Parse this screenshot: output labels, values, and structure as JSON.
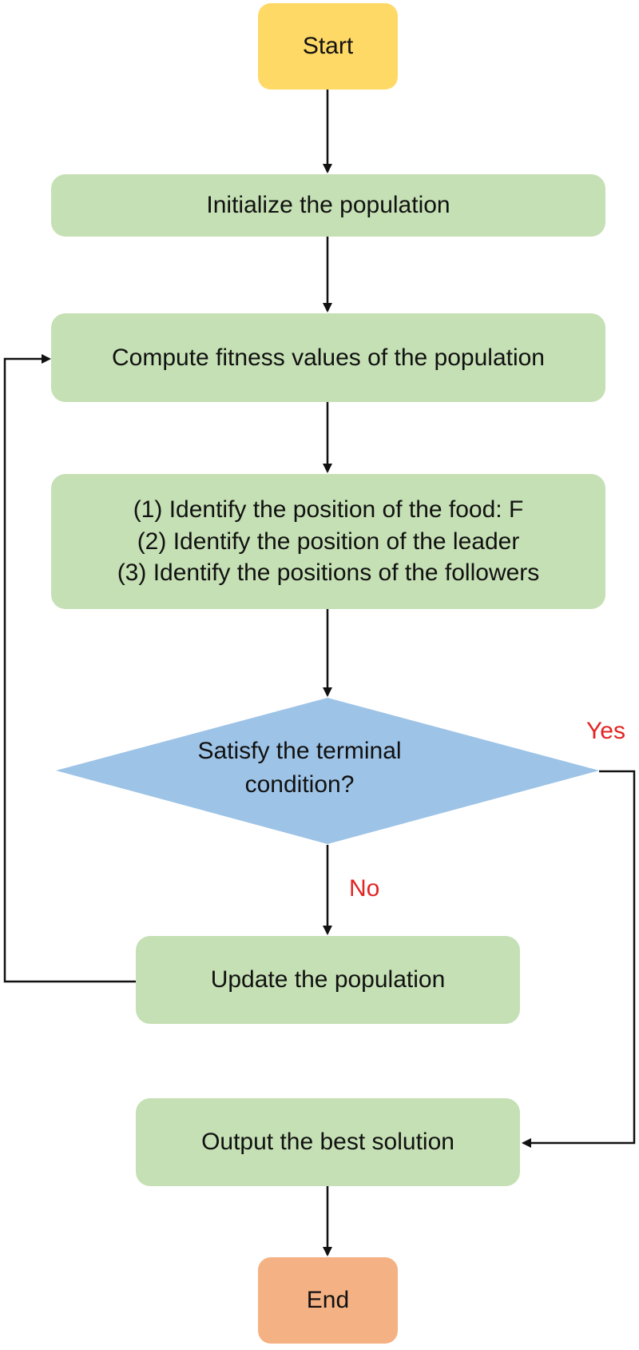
{
  "colors": {
    "start": "#ffd966",
    "process": "#c5e0b4",
    "decision": "#9dc3e6",
    "end": "#f4b183",
    "label": "#e32424",
    "line": "#111111"
  },
  "nodes": {
    "start": "Start",
    "initialize": "Initialize the population",
    "compute_fitness": "Compute fitness values of the population",
    "identify": [
      "(1) Identify the position of the food: F",
      "(2) Identify the position of the leader",
      "(3) Identify the positions of the followers"
    ],
    "decision": [
      "Satisfy the terminal",
      "condition?"
    ],
    "update": "Update the population",
    "output": "Output the best solution",
    "end": "End"
  },
  "branch_labels": {
    "yes": "Yes",
    "no": "No"
  }
}
